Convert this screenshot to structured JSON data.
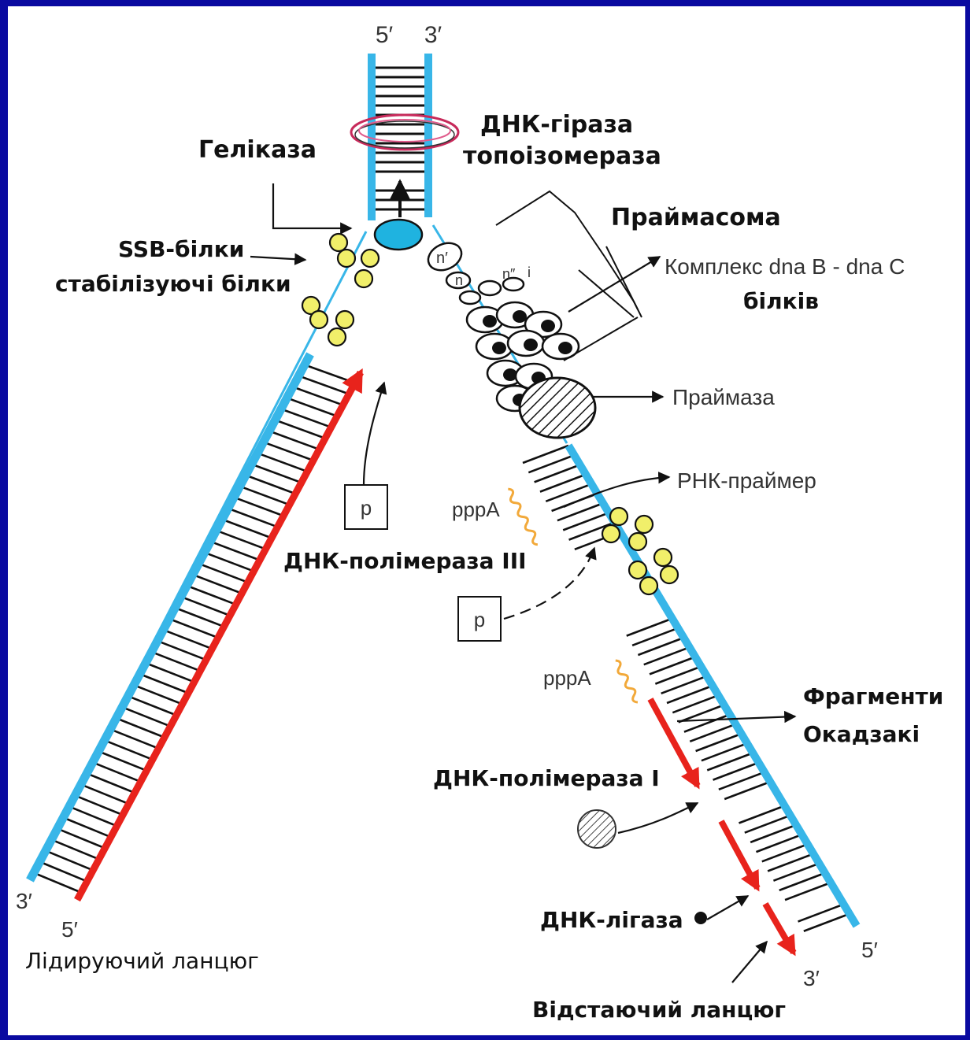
{
  "colors": {
    "background_border": "#0a0aa0",
    "template_strand": "#38b6e8",
    "new_strand": "#e8231c",
    "ssb_protein": "#f1ef6a",
    "helicase": "#1fb3e0",
    "primer": "#f2a93a",
    "gyrase_ring": "#d0306a"
  },
  "labels": {
    "top_five_prime": "5′",
    "top_three_prime": "3′",
    "gyrase_line1": "ДНК-гіраза",
    "gyrase_line2": "топоізомераза",
    "helicase": "Геліказа",
    "primasome": "Праймасома",
    "ssb_line1": "SSB-білки",
    "ssb_line2": "стабілізуючі білки",
    "dna_complex_line1": "Комплекс dna B - dna C",
    "dna_complex_line2": "білків",
    "primase": "Праймаза",
    "rna_primer": "РНК-праймер",
    "p_box": "p",
    "pppA": "pppA",
    "polymerase_iii": "ДНК-полімераза III",
    "okazaki_line1": "Фрагменти",
    "okazaki_line2": "Окадзакі",
    "polymerase_i": "ДНК-полімераза I",
    "ligase": "ДНК-лігаза",
    "left_three_prime": "3′",
    "left_five_prime": "5′",
    "leading_strand": "Лідируючий ланцюг",
    "right_five_prime": "5′",
    "right_three_prime": "3′",
    "lagging_strand": "Відстаючий ланцюг",
    "protein_n_prime": "n′",
    "protein_n": "n",
    "protein_n_double": "n″",
    "protein_i": "i"
  }
}
